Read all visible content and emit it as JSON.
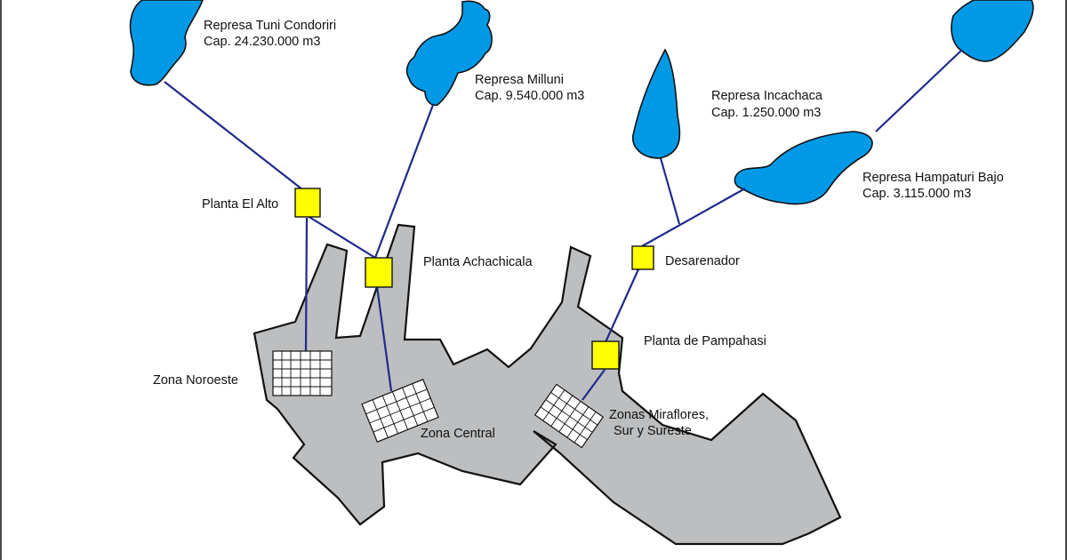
{
  "colors": {
    "lake": "#0099e6",
    "city": "#bcbec0",
    "pipe": "#1f2a8c",
    "plant": "#ffff00"
  },
  "reservoirs": {
    "tuni": {
      "name": "Represa Tuni Condoriri",
      "capacity": "Cap. 24.230.000 m3"
    },
    "milluni": {
      "name": "Represa Milluni",
      "capacity": "Cap. 9.540.000 m3"
    },
    "incachaca": {
      "name": "Represa Incachaca",
      "capacity": "Cap. 1.250.000 m3"
    },
    "hampaturi": {
      "name": "Represa Hampaturi Bajo",
      "capacity": "Cap. 3.115.000 m3"
    }
  },
  "plants": {
    "el_alto": "Planta El Alto",
    "achachicala": "Planta Achachicala",
    "desarenador": "Desarenador",
    "pampahasi": "Planta de Pampahasi"
  },
  "zones": {
    "noroeste": "Zona Noroeste",
    "central": "Zona Central",
    "miraflores_line1": "Zonas Miraflores,",
    "miraflores_line2": "Sur y Sureste"
  }
}
